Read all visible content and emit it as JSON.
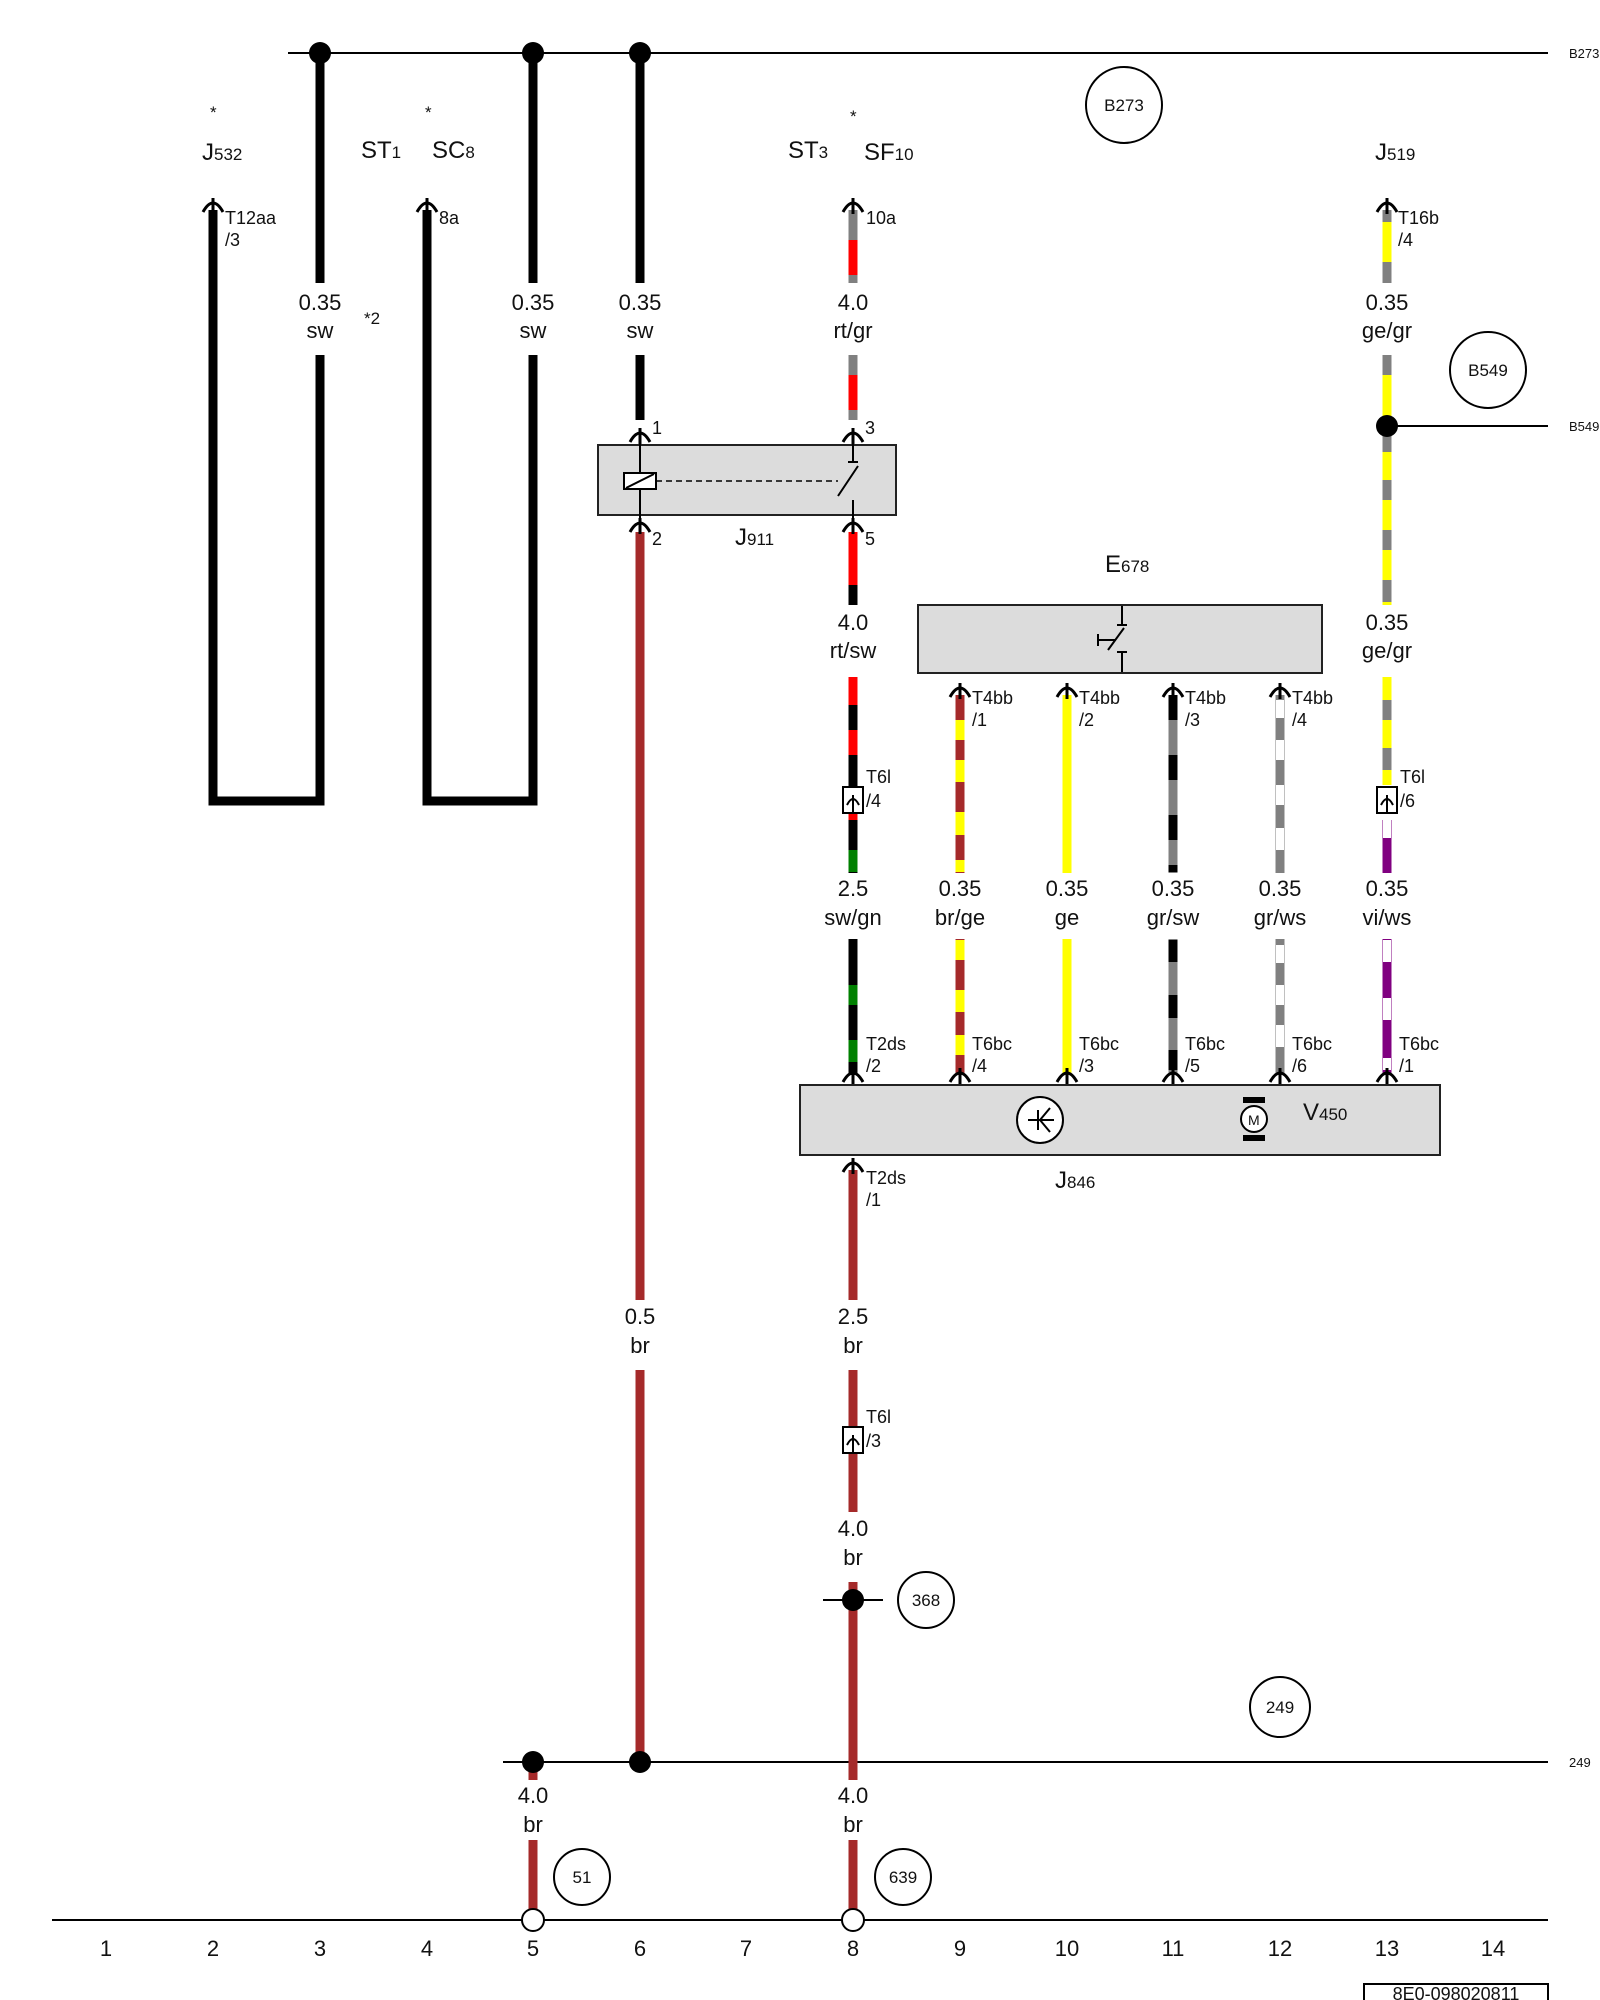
{
  "rails": {
    "top_label": "B273",
    "mid_label": "B549",
    "ground_label": "249"
  },
  "circles": {
    "b273": "B273",
    "b549": "B549",
    "c368": "368",
    "c249": "249",
    "c51": "51",
    "c639": "639"
  },
  "components": {
    "j532": {
      "main": "J",
      "sub": "532",
      "star": "*"
    },
    "st1": {
      "main": "ST",
      "sub": "1"
    },
    "sc8": {
      "main": "SC",
      "sub": "8",
      "star": "*"
    },
    "st3": {
      "main": "ST",
      "sub": "3"
    },
    "sf10": {
      "main": "SF",
      "sub": "10",
      "star": "*"
    },
    "j519": {
      "main": "J",
      "sub": "519"
    },
    "j911": {
      "main": "J",
      "sub": "911"
    },
    "e678": {
      "main": "E",
      "sub": "678"
    },
    "j846": {
      "main": "J",
      "sub": "846"
    },
    "v450": {
      "main": "V",
      "sub": "450"
    },
    "note2": "*2"
  },
  "pins": {
    "t12aa": "T12aa",
    "t12aa_pin": "/3",
    "p8a": "8a",
    "p10a": "10a",
    "t16b": "T16b",
    "t16b_pin": "/4",
    "j911_1": "1",
    "j911_3": "3",
    "j911_2": "2",
    "j911_5": "5",
    "t4bb_1": "T4bb",
    "t4bb_1_pin": "/1",
    "t4bb_2": "T4bb",
    "t4bb_2_pin": "/2",
    "t4bb_3": "T4bb",
    "t4bb_3_pin": "/3",
    "t4bb_4": "T4bb",
    "t4bb_4_pin": "/4",
    "t6l_a": "T6l",
    "t6l_a_pin": "/4",
    "t6l_b": "T6l",
    "t6l_b_pin": "/6",
    "t6l_c": "T6l",
    "t6l_c_pin": "/3",
    "t2ds_2": "T2ds",
    "t2ds_2_pin": "/2",
    "t2ds_1": "T2ds",
    "t2ds_1_pin": "/1",
    "t6bc_4": "T6bc",
    "t6bc_4_pin": "/4",
    "t6bc_3": "T6bc",
    "t6bc_3_pin": "/3",
    "t6bc_5": "T6bc",
    "t6bc_5_pin": "/5",
    "t6bc_6": "T6bc",
    "t6bc_6_pin": "/6",
    "t6bc_1": "T6bc",
    "t6bc_1_pin": "/1"
  },
  "wires": {
    "w3": {
      "size": "0.35",
      "color": "sw"
    },
    "w5": {
      "size": "0.35",
      "color": "sw"
    },
    "w6": {
      "size": "0.35",
      "color": "sw"
    },
    "w8a": {
      "size": "4.0",
      "color": "rt/gr"
    },
    "w13a": {
      "size": "0.35",
      "color": "ge/gr"
    },
    "w8b": {
      "size": "4.0",
      "color": "rt/sw"
    },
    "w13b": {
      "size": "0.35",
      "color": "ge/gr"
    },
    "w8c": {
      "size": "2.5",
      "color": "sw/gn"
    },
    "w9": {
      "size": "0.35",
      "color": "br/ge"
    },
    "w10": {
      "size": "0.35",
      "color": "ge"
    },
    "w11": {
      "size": "0.35",
      "color": "gr/sw"
    },
    "w12": {
      "size": "0.35",
      "color": "gr/ws"
    },
    "w13c": {
      "size": "0.35",
      "color": "vi/ws"
    },
    "w6b": {
      "size": "0.5",
      "color": "br"
    },
    "w8d": {
      "size": "2.5",
      "color": "br"
    },
    "w8e": {
      "size": "4.0",
      "color": "br"
    },
    "w8f": {
      "size": "4.0",
      "color": "br"
    },
    "w5b": {
      "size": "4.0",
      "color": "br"
    }
  },
  "axis": [
    "1",
    "2",
    "3",
    "4",
    "5",
    "6",
    "7",
    "8",
    "9",
    "10",
    "11",
    "12",
    "13",
    "14"
  ],
  "doc_code": "8E0-098020811",
  "wire_colors": {
    "sw": "#000000",
    "br": "#a52a2a",
    "rt": "#ff0000",
    "gr": "#808080",
    "ge": "#ffff00",
    "gn": "#008000",
    "vi": "#800080",
    "ws": "#ffffff"
  }
}
